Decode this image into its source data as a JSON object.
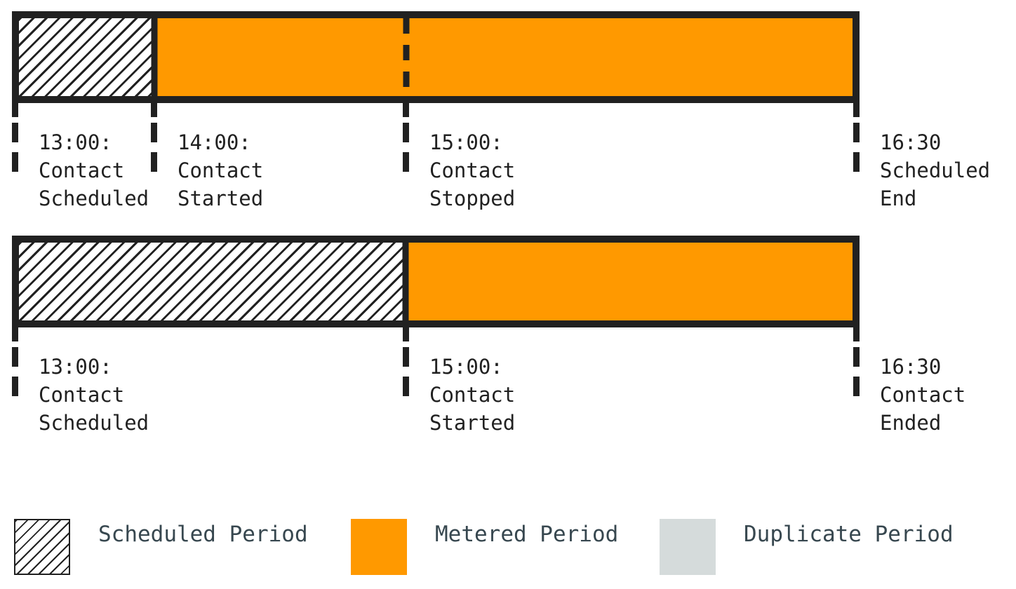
{
  "diagram_type": "contact-metering-timeline",
  "colors": {
    "outline": "#212121",
    "metered_fill": "#FF9900",
    "duplicate_fill": "#D5DBDB",
    "background": "#FFFFFF",
    "timeline_text": "#212121",
    "legend_text": "#37474F"
  },
  "timelines": [
    {
      "name": "contact-stopped-before-scheduled-end",
      "segments": [
        {
          "kind": "scheduled-hatched",
          "from_pct": 0,
          "to_pct": 16.2
        },
        {
          "kind": "metered-orange",
          "from_pct": 16.2,
          "to_pct": 100
        }
      ],
      "dashed_divider_pct": 46.5,
      "markers": [
        {
          "pct": 0,
          "lines": [
            "13:00:",
            "Contact",
            "Scheduled"
          ]
        },
        {
          "pct": 16.2,
          "lines": [
            "14:00:",
            "Contact",
            "Started"
          ]
        },
        {
          "pct": 46.5,
          "lines": [
            "15:00:",
            "Contact",
            "Stopped"
          ]
        },
        {
          "pct": 100,
          "lines": [
            "16:30",
            "Scheduled",
            "End"
          ]
        }
      ]
    },
    {
      "name": "contact-started-after-scheduled-start",
      "segments": [
        {
          "kind": "scheduled-hatched",
          "from_pct": 0,
          "to_pct": 46.4
        },
        {
          "kind": "metered-orange",
          "from_pct": 46.4,
          "to_pct": 100
        }
      ],
      "markers": [
        {
          "pct": 0,
          "lines": [
            "13:00:",
            "Contact",
            "Scheduled"
          ]
        },
        {
          "pct": 46.4,
          "lines": [
            "15:00:",
            "Contact",
            "Started"
          ]
        },
        {
          "pct": 100,
          "lines": [
            "16:30",
            "Contact",
            "Ended"
          ]
        }
      ]
    }
  ],
  "legend": {
    "items": [
      {
        "swatch": "scheduled-hatch-swatch",
        "label": "Scheduled Period"
      },
      {
        "swatch": "metered-orange-swatch",
        "label": "Metered Period"
      },
      {
        "swatch": "duplicate-gray-swatch",
        "label": "Duplicate Period"
      }
    ]
  }
}
